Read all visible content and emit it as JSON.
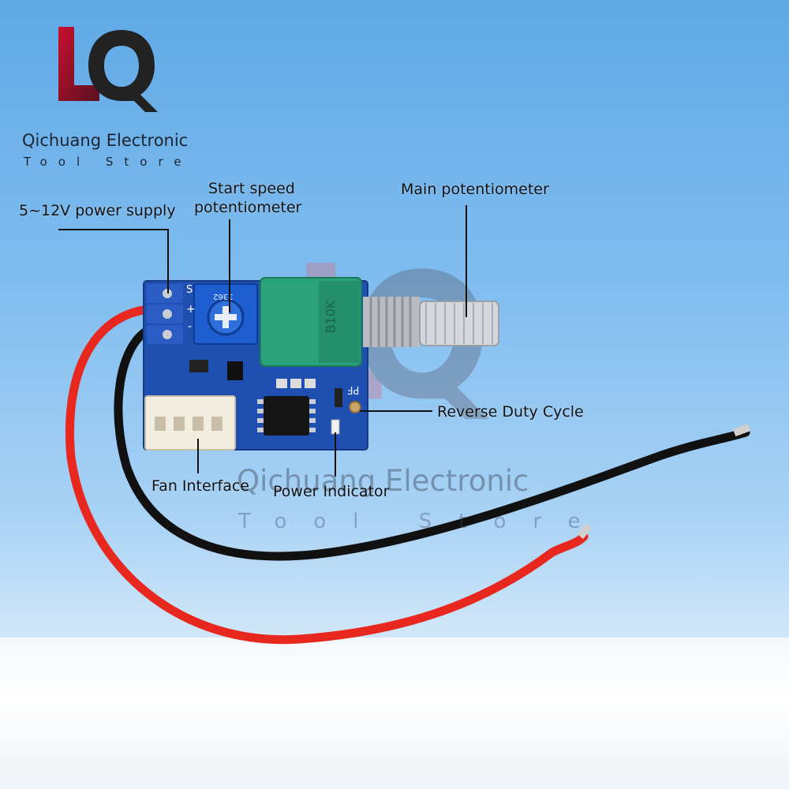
{
  "brand": {
    "name": "Qichuang Electronic",
    "subtitle": "Tool Store",
    "logo_letters": "LQ",
    "colors": {
      "red": "#c8102e",
      "dark": "#222222"
    }
  },
  "watermark": {
    "name": "Qichuang Electronic",
    "subtitle": "Tool Store"
  },
  "callouts": {
    "power_supply": "5~12V power supply",
    "start_speed_line1": "Start speed",
    "start_speed_line2": "potentiometer",
    "main_pot": "Main potentiometer",
    "reverse_duty": "Reverse Duty Cycle",
    "fan_interface": "Fan Interface",
    "power_indicator": "Power Indicator"
  },
  "board_markings": {
    "pin_s": "S",
    "pin_plus": "+",
    "pin_minus": "-",
    "trimmer_code": "3362",
    "pot_value": "B10K",
    "pf_mark": "PF"
  },
  "colors": {
    "pcb": "#1f4fb0",
    "pot_body": "#2aa37a",
    "wire_red": "#e8281e",
    "wire_black": "#111111"
  }
}
